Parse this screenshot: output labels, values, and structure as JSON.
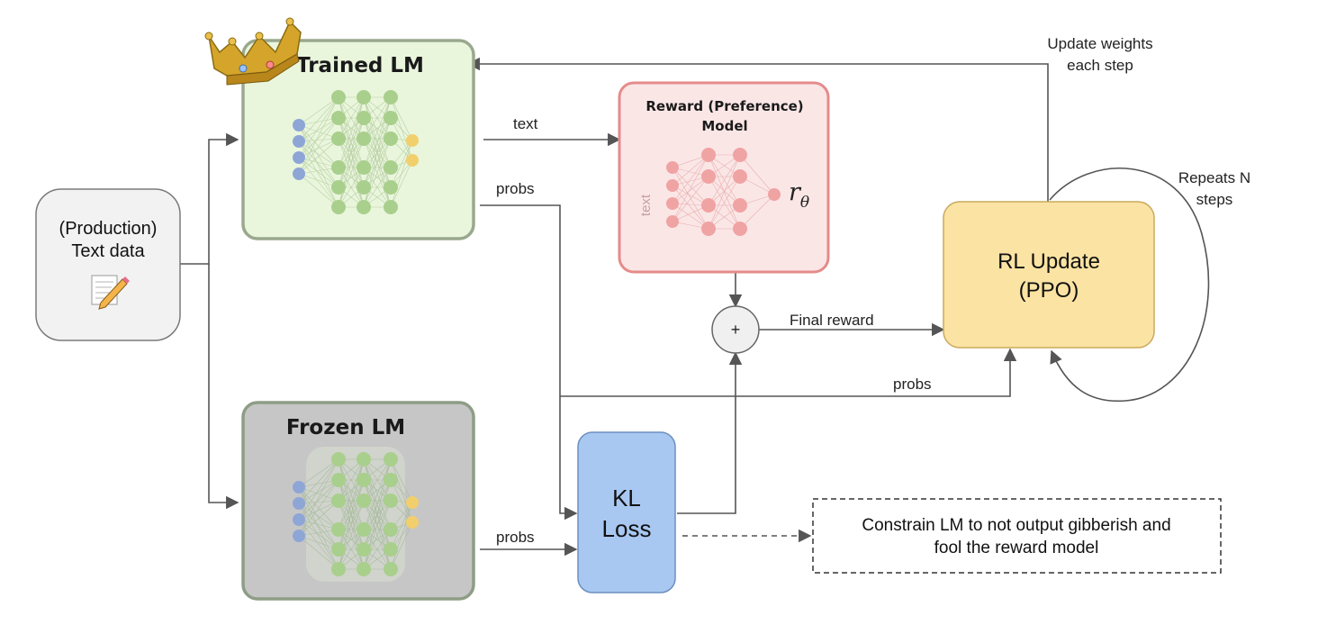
{
  "nodes": {
    "production_text": {
      "line1": "(Production)",
      "line2": "Text data"
    },
    "trained_lm": {
      "title": "Trained LM"
    },
    "frozen_lm": {
      "title": "Frozen LM"
    },
    "reward_model": {
      "line1": "Reward (Preference)",
      "line2": "Model",
      "input_label": "text",
      "output_symbol": "r",
      "output_subscript": "θ"
    },
    "plus_node": {
      "symbol": "+"
    },
    "rl_update": {
      "line1": "RL Update",
      "line2": "(PPO)"
    },
    "kl_loss": {
      "line1": "KL",
      "line2": "Loss"
    },
    "constraint_note": {
      "line1": "Constrain LM to not output gibberish and",
      "line2": "fool the reward model"
    }
  },
  "edges": {
    "text_label": "text",
    "probs_trained_label": "probs",
    "probs_frozen_label": "probs",
    "probs_rl_label": "probs",
    "final_reward_label": "Final reward",
    "update_weights_line1": "Update weights",
    "update_weights_line2": "each step",
    "repeats_line1": "Repeats N",
    "repeats_line2": "steps"
  },
  "colors": {
    "trained_fill": "#e9f6dc",
    "trained_stroke": "#9aa88e",
    "frozen_fill": "#c6c6c6",
    "frozen_stroke": "#8e9d86",
    "reward_fill": "#fbe6e6",
    "reward_stroke": "#e58b8b",
    "rl_fill": "#fbe3a3",
    "rl_stroke": "#caa95c",
    "kl_fill": "#a8c8f2",
    "kl_stroke": "#6d8fbf",
    "prod_fill": "#f2f2f2",
    "neuron_green": "#a9cf8c",
    "neuron_blue": "#8ea6d6",
    "neuron_yellow": "#f2cf6d",
    "neuron_red": "#f0a3a3",
    "line": "#555555"
  }
}
